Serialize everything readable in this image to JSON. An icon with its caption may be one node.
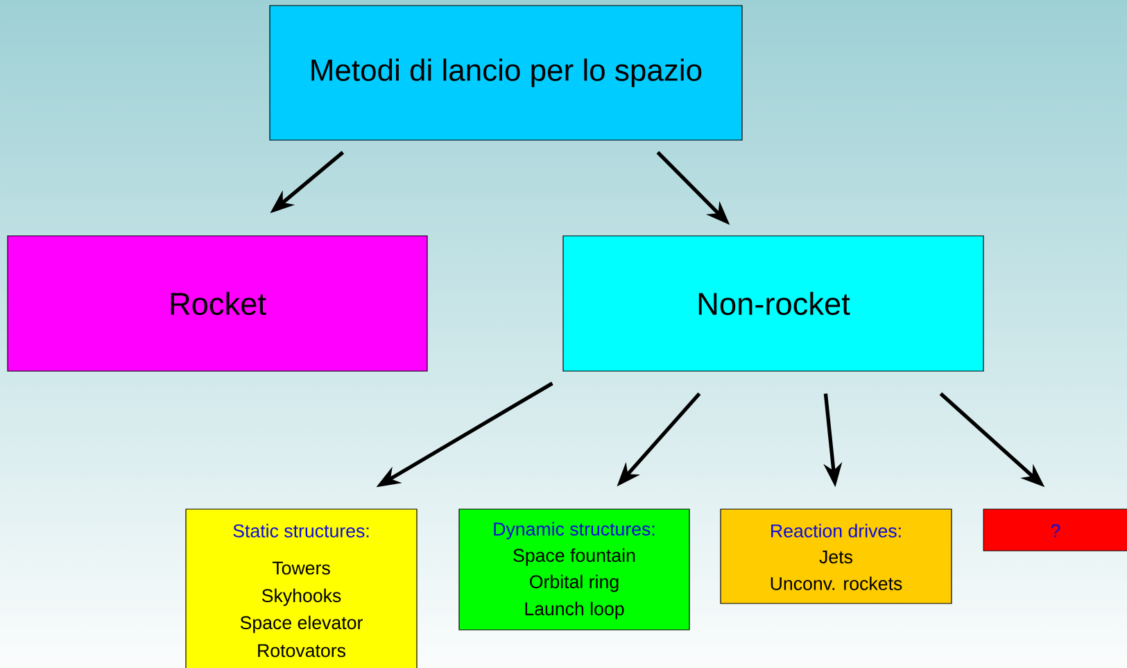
{
  "diagram": {
    "nodes": [
      {
        "text": [
          "Metodi di lancio per lo spazio"
        ]
      },
      {
        "text": [
          "Rocket"
        ]
      },
      {
        "text": [
          "Non-rocket"
        ]
      },
      {
        "text": [
          "Static structures:",
          "Towers",
          "Skyhooks",
          "Space elevator",
          "Rotovators"
        ]
      },
      {
        "text": [
          "Dynamic structures:",
          "Space fountain",
          "Orbital ring",
          "Launch loop"
        ]
      },
      {
        "text": [
          "Reaction drives:",
          "Jets",
          "Unconv. rockets"
        ]
      },
      {
        "text": [
          "?"
        ]
      }
    ],
    "edges": [
      {
        "from": 0,
        "to": 1,
        "arrow": "to"
      },
      {
        "from": 0,
        "to": 2,
        "arrow": "to"
      },
      {
        "from": 2,
        "to": 3,
        "arrow": "to"
      },
      {
        "from": 2,
        "to": 4,
        "arrow": "to"
      },
      {
        "from": 2,
        "to": 5,
        "arrow": "to"
      },
      {
        "from": 2,
        "to": 6,
        "arrow": "to"
      }
    ]
  }
}
